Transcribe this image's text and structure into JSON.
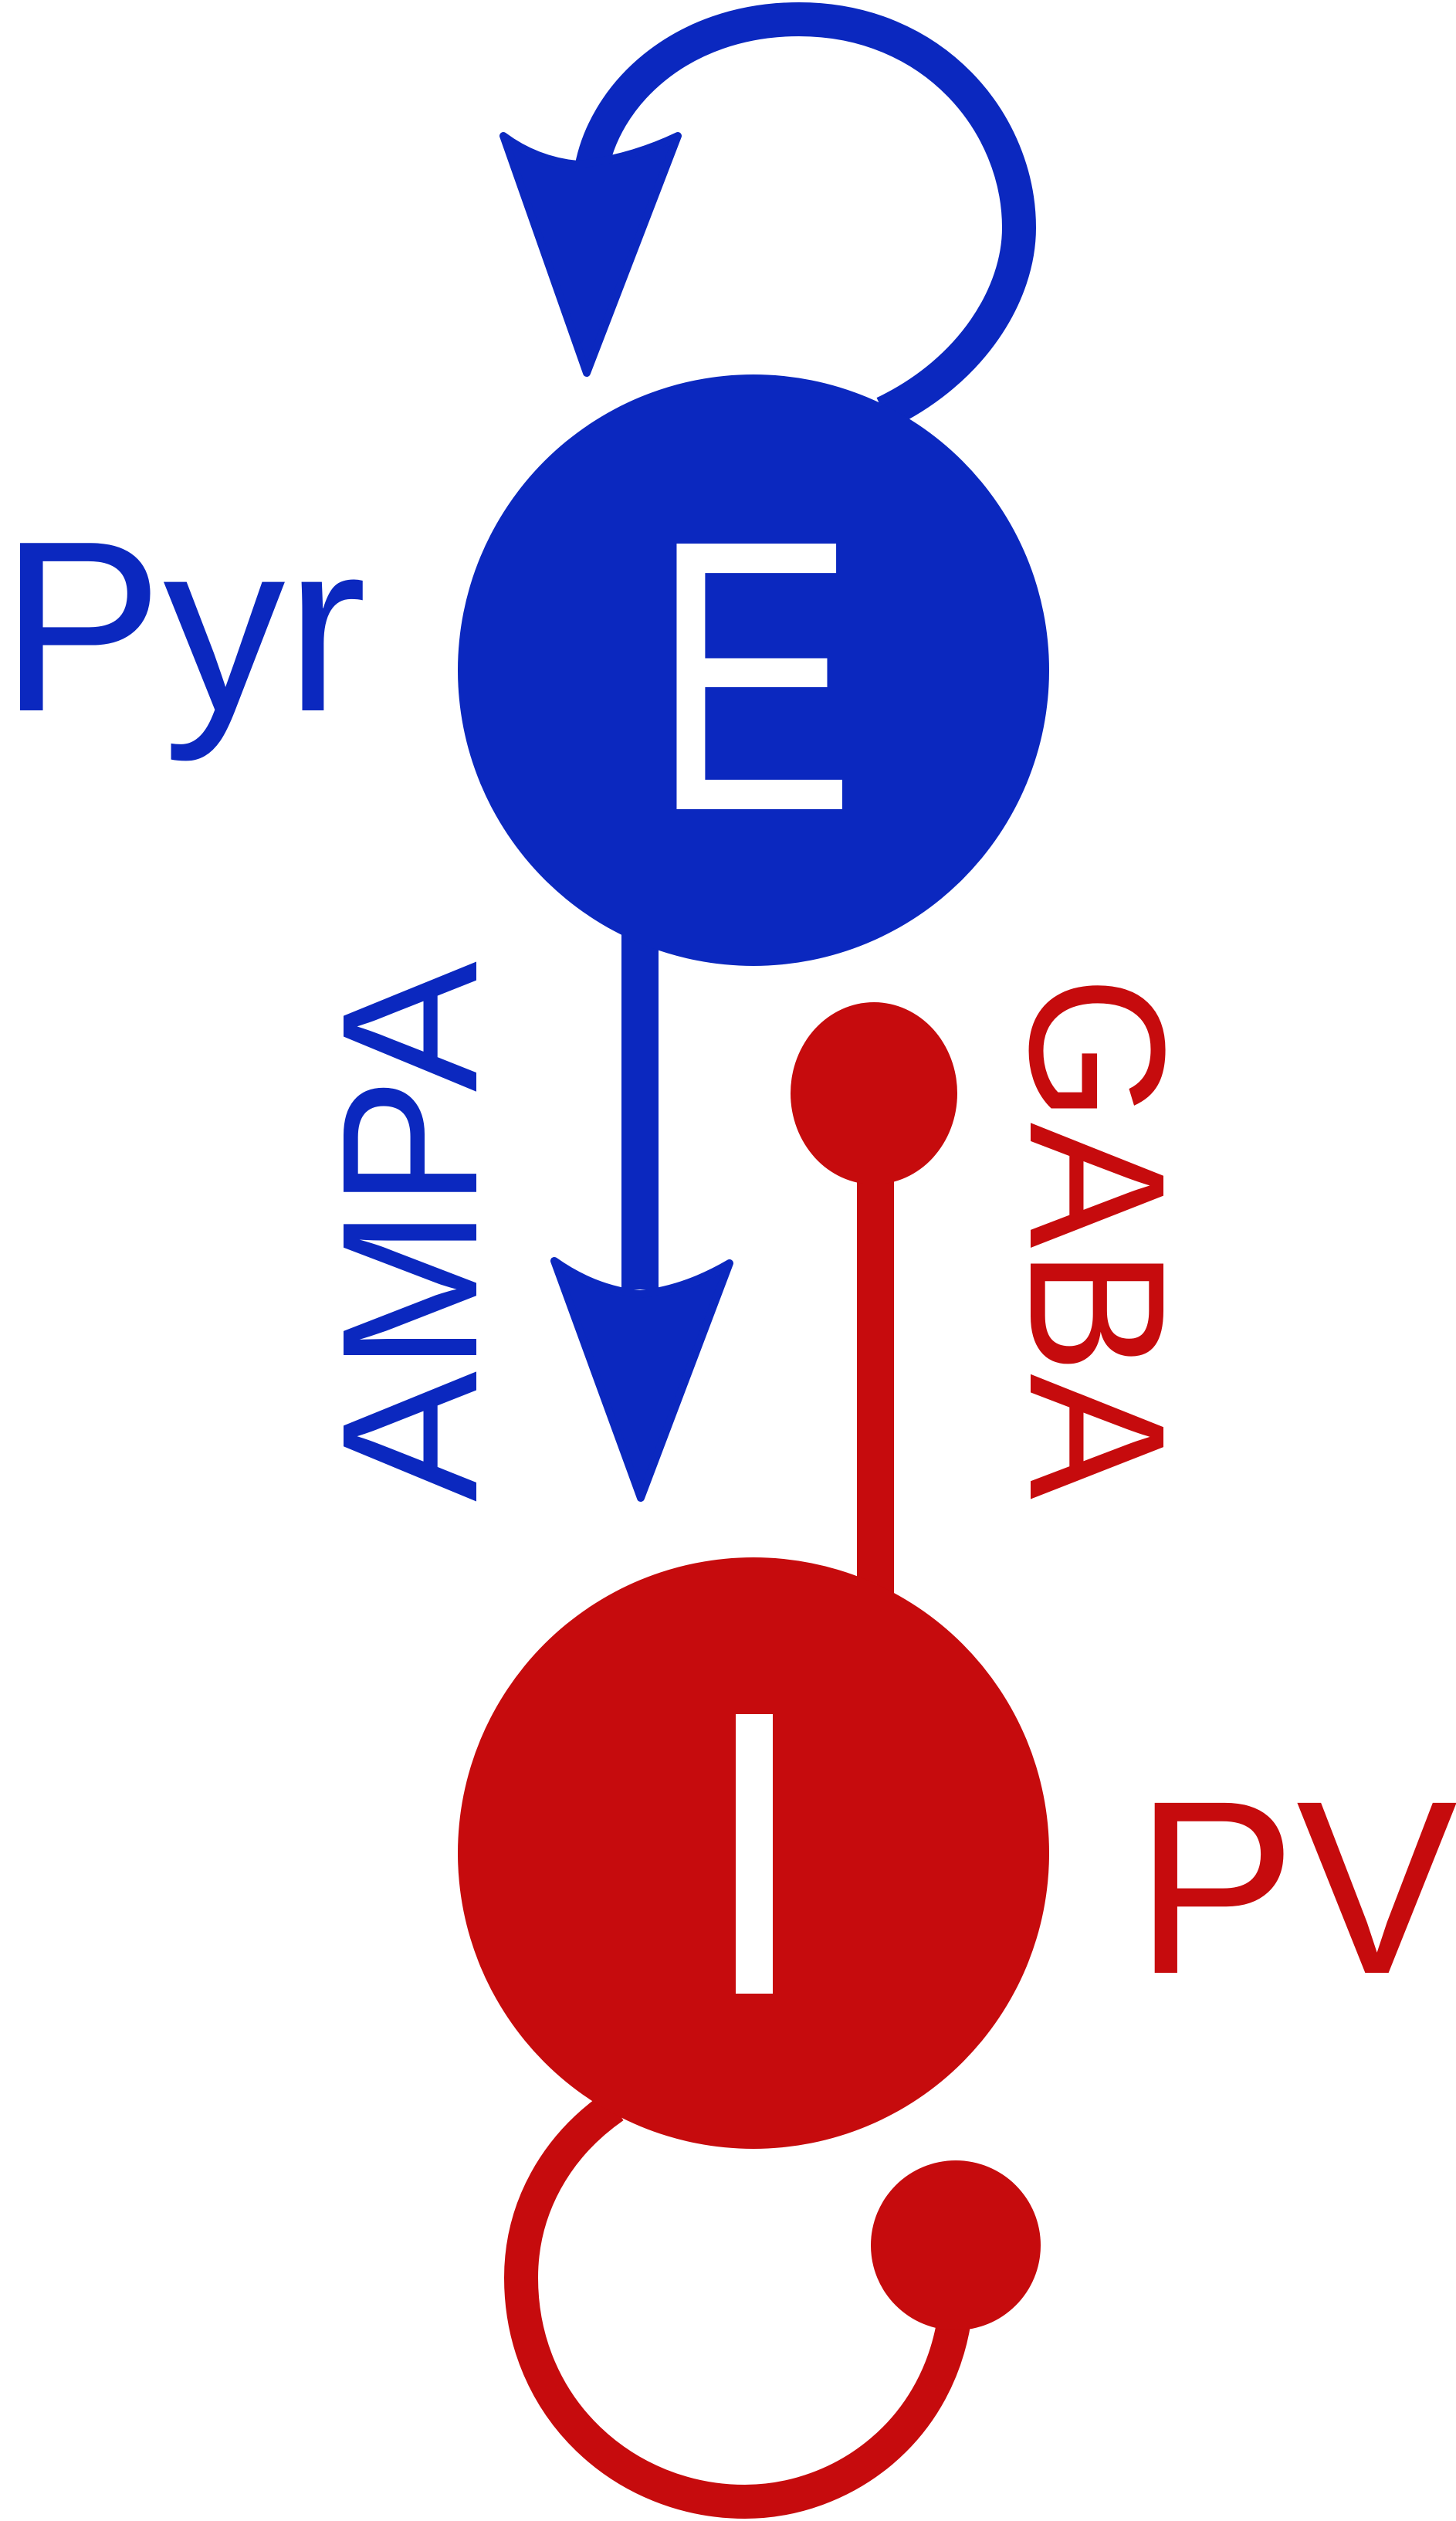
{
  "colors": {
    "excitatory": "#0b28bf",
    "inhibitory": "#c60b0d",
    "node_letter": "#ffffff",
    "background": "#ffffff"
  },
  "nodes": {
    "excitatory": {
      "letter": "E",
      "cell_type": "Pyr"
    },
    "inhibitory": {
      "letter": "I",
      "cell_type": "PV"
    }
  },
  "connections": {
    "e_to_i": {
      "receptor": "AMPA",
      "terminal": "arrowhead"
    },
    "i_to_e": {
      "receptor": "GABA",
      "terminal": "round-bouton"
    },
    "e_self": {
      "terminal": "arrowhead"
    },
    "i_self": {
      "terminal": "round-bouton"
    }
  }
}
